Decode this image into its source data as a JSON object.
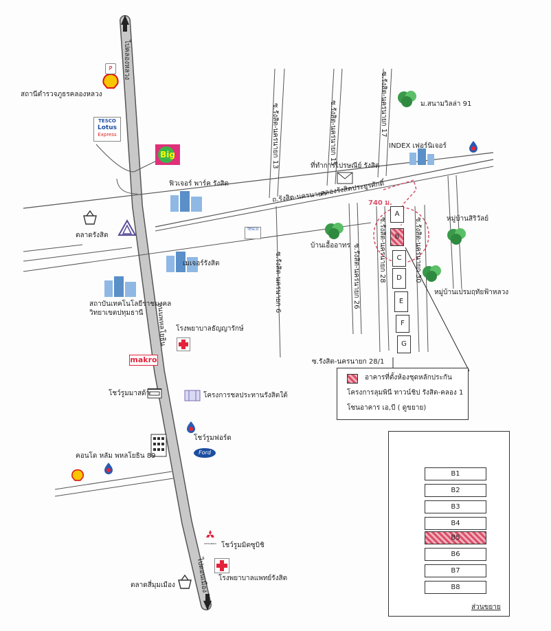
{
  "roads": {
    "main_north": "ไปคลองหลวง",
    "main_mid": "ถนนพหลโยธิน",
    "main_south": "ไปดอนเมือง",
    "rangsit_road": "ถ.รังสิต-นครนายก",
    "canal": "คลองรังสิตประยูรศักดิ์",
    "soi_13": "ซ.รังสิต-นครนายก 13",
    "soi_15": "ซ.รังสิต-นครนายก 15",
    "soi_17": "ซ.รังสิต-นครนายก 17",
    "soi_6": "ซ.รังสิต-นครนายก 6",
    "soi_26": "ซ.รังสิต-นครนายก 26",
    "soi_28": "ซ.รังสิต-นครนายก 28",
    "soi_30": "ซ.รังสิต-นครนายก 30",
    "soi_28_1": "ซ.รังสิต-นครนายก 28/1"
  },
  "places": {
    "police": "สถานีตำรวจภูธรคลองหลวง",
    "future_park": "ฟิวเจอร์ พาร์ค รังสิต",
    "rangsit_market": "ตลาดรังสิต",
    "major": "เมเจอร์รังสิต",
    "rmutt_line1": "สถาบันเทคโนโลยีราชมงคล",
    "rmutt_line2": "วิทยาเขตปทุมธานี",
    "post_office": "ที่ทำการไปรษณีย์ รังสิต",
    "index": "INDEX เฟอร์นิเจอร์",
    "sanawit": "ม.สนามวิลล่า 91",
    "ban_ua_arthon": "บ้านเอื้ออาทร",
    "siriwat": "หมู่บ้านสิริวัลย์",
    "prem_ruethai": "หมู่บ้านเปรมฤทัยฟ้าหลวง",
    "hospital_1": "โรงพยาบาลธัญญารักษ์",
    "mazda": "โชว์รูมมาสด้า",
    "ec_project": "โครงการชลประทานรังสิตใต้",
    "ford": "โชว์รูมฟอร์ด",
    "condo": "คอนโด หลัม พหลโยธิน 89",
    "mitsubishi": "โชว์รูมมิตซูบิชิ",
    "hospital_2": "โรงพยาบาลแพทย์รังสิต",
    "market_2": "ตลาดสี่มุมเมือง"
  },
  "brands": {
    "tesco_top": "TESCO",
    "tesco_mid": "Lotus",
    "tesco_bot": "Express",
    "bigc": "Big",
    "makro": "makro",
    "ford_logo": "Ford",
    "mitsu_logo": "MITSUBISHI",
    "shell": "P"
  },
  "distance": "740 ม.",
  "blocks": [
    "A",
    "B",
    "C",
    "D",
    "E",
    "F",
    "G"
  ],
  "highlight_block": "B",
  "legend": {
    "line1": "อาคารที่ตั้งห้องชุดหลักประกัน",
    "line2": "โครงการลุมพินี ทาวน์ชิป รังสิต-คลอง 1",
    "line3": "โซนอาคาร เอ,บี ( ดูขยาย)"
  },
  "inset": {
    "units": [
      "B1",
      "B2",
      "B3",
      "B4",
      "B5",
      "B6",
      "B7",
      "B8"
    ],
    "highlight_unit": "B5",
    "caption": "ส่วนขยาย"
  },
  "colors": {
    "road": "#bdbdbd",
    "road_edge": "#555555",
    "highlight": "#d9506a",
    "circle": "#d9506a",
    "building_blue": "#5a8fc8",
    "tree_green": "#3a9a4a"
  }
}
